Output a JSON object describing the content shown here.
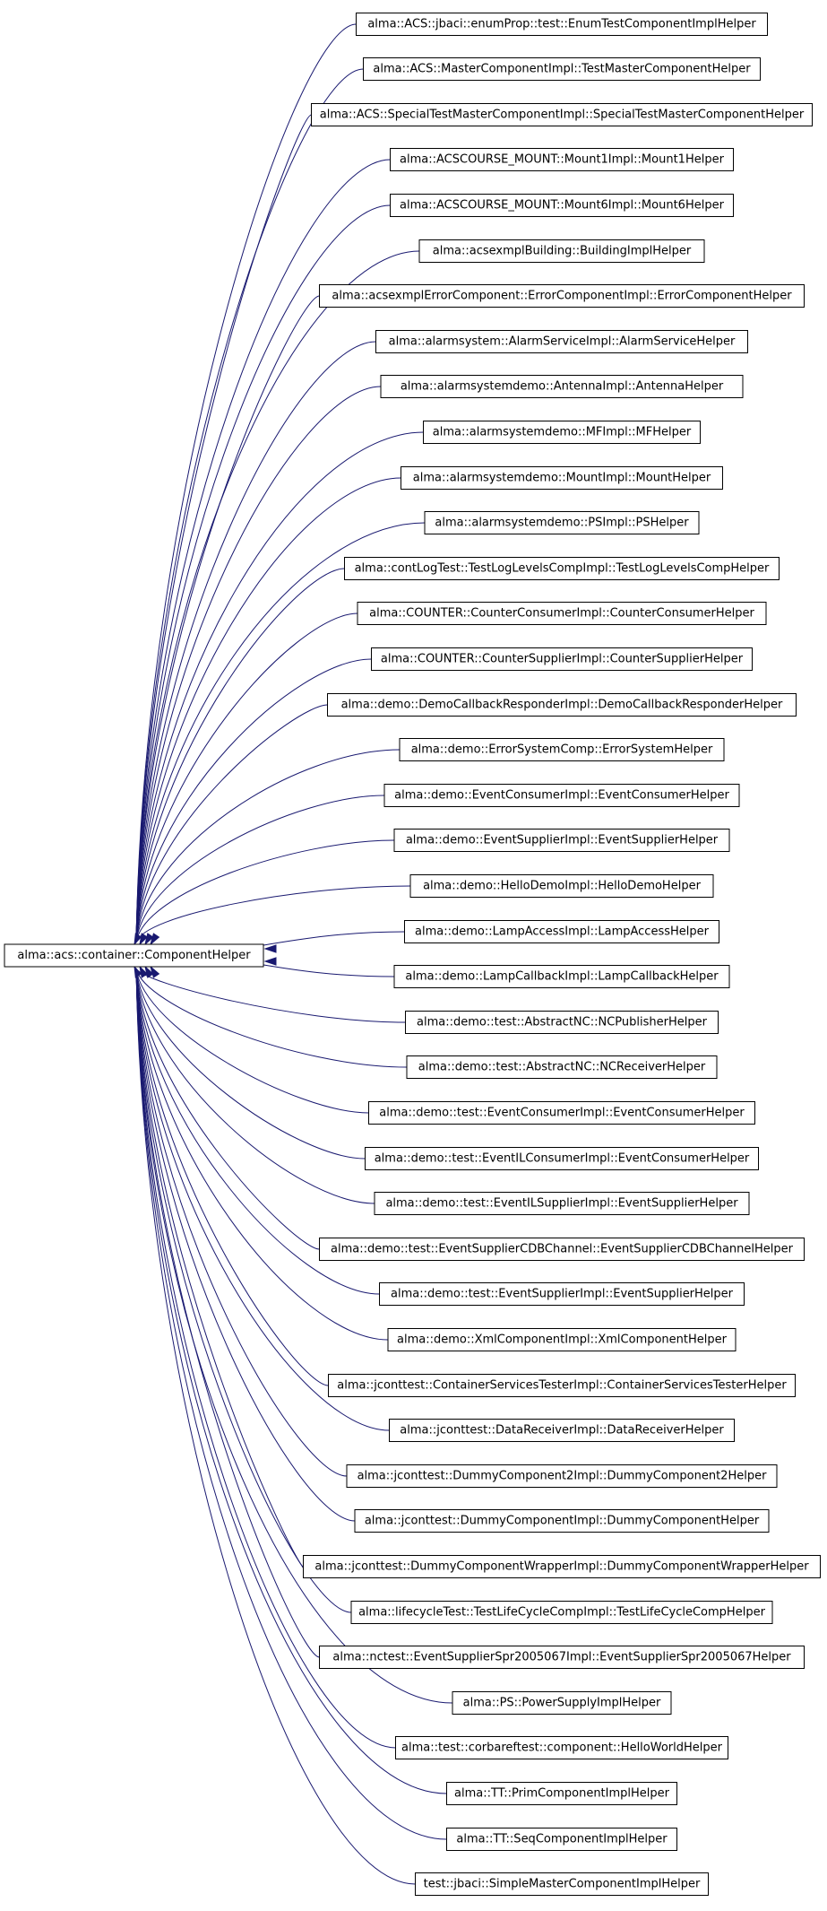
{
  "diagram": {
    "base_class": "alma::acs::container::ComponentHelper",
    "edge_color": "#191970",
    "derived_classes": [
      "alma::ACS::jbaci::enumProp::test::EnumTestComponentImplHelper",
      "alma::ACS::MasterComponentImpl::TestMasterComponentHelper",
      "alma::ACS::SpecialTestMasterComponentImpl::SpecialTestMasterComponentHelper",
      "alma::ACSCOURSE_MOUNT::Mount1Impl::Mount1Helper",
      "alma::ACSCOURSE_MOUNT::Mount6Impl::Mount6Helper",
      "alma::acsexmplBuilding::BuildingImplHelper",
      "alma::acsexmplErrorComponent::ErrorComponentImpl::ErrorComponentHelper",
      "alma::alarmsystem::AlarmServiceImpl::AlarmServiceHelper",
      "alma::alarmsystemdemo::AntennaImpl::AntennaHelper",
      "alma::alarmsystemdemo::MFImpl::MFHelper",
      "alma::alarmsystemdemo::MountImpl::MountHelper",
      "alma::alarmsystemdemo::PSImpl::PSHelper",
      "alma::contLogTest::TestLogLevelsCompImpl::TestLogLevelsCompHelper",
      "alma::COUNTER::CounterConsumerImpl::CounterConsumerHelper",
      "alma::COUNTER::CounterSupplierImpl::CounterSupplierHelper",
      "alma::demo::DemoCallbackResponderImpl::DemoCallbackResponderHelper",
      "alma::demo::ErrorSystemComp::ErrorSystemHelper",
      "alma::demo::EventConsumerImpl::EventConsumerHelper",
      "alma::demo::EventSupplierImpl::EventSupplierHelper",
      "alma::demo::HelloDemoImpl::HelloDemoHelper",
      "alma::demo::LampAccessImpl::LampAccessHelper",
      "alma::demo::LampCallbackImpl::LampCallbackHelper",
      "alma::demo::test::AbstractNC::NCPublisherHelper",
      "alma::demo::test::AbstractNC::NCReceiverHelper",
      "alma::demo::test::EventConsumerImpl::EventConsumerHelper",
      "alma::demo::test::EventILConsumerImpl::EventConsumerHelper",
      "alma::demo::test::EventILSupplierImpl::EventSupplierHelper",
      "alma::demo::test::EventSupplierCDBChannel::EventSupplierCDBChannelHelper",
      "alma::demo::test::EventSupplierImpl::EventSupplierHelper",
      "alma::demo::XmlComponentImpl::XmlComponentHelper",
      "alma::jconttest::ContainerServicesTesterImpl::ContainerServicesTesterHelper",
      "alma::jconttest::DataReceiverImpl::DataReceiverHelper",
      "alma::jconttest::DummyComponent2Impl::DummyComponent2Helper",
      "alma::jconttest::DummyComponentImpl::DummyComponentHelper",
      "alma::jconttest::DummyComponentWrapperImpl::DummyComponentWrapperHelper",
      "alma::lifecycleTest::TestLifeCycleCompImpl::TestLifeCycleCompHelper",
      "alma::nctest::EventSupplierSpr2005067Impl::EventSupplierSpr2005067Helper",
      "alma::PS::PowerSupplyImplHelper",
      "alma::test::corbareftest::component::HelloWorldHelper",
      "alma::TT::PrimComponentImplHelper",
      "alma::TT::SeqComponentImplHelper",
      "test::jbaci::SimpleMasterComponentImplHelper"
    ]
  }
}
